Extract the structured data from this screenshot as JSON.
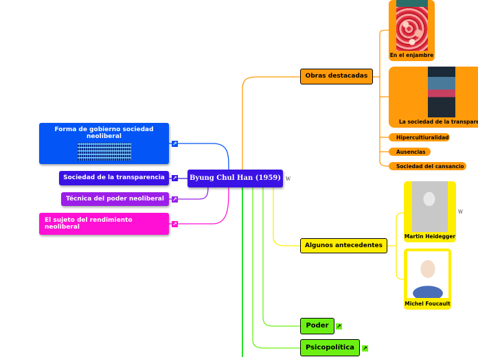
{
  "root": {
    "label": "Byung Chul Han (1959)"
  },
  "left_nodes": {
    "forma": "Forma de gobierno sociedad neoliberal",
    "sociedad": "Sociedad de la transparencia",
    "tecnica": "Técnica del poder neoliberal",
    "sujeto": "El sujeto del rendimiento neoliberal"
  },
  "obras": {
    "label": "Obras destacadas",
    "items": [
      "En el enjambre",
      "La sociedad de la transparencia",
      "Hipercultiuralidad",
      "Ausencias",
      "Sociedad del cansancio"
    ]
  },
  "antecedentes": {
    "label": "Algunos antecedentes",
    "items": [
      "Martin Heidegger",
      "Michel Foucault"
    ]
  },
  "poder": {
    "label": "Poder"
  },
  "psicopolitica": {
    "label": "Psicopolítica"
  },
  "icons": {
    "link": "link-icon",
    "wiki": "wikipedia-icon"
  },
  "colors": {
    "blue": "#3b12e6",
    "bright_blue": "#0455f5",
    "purple": "#9b1fe8",
    "magenta": "#ff10d4",
    "orange": "#ff9a0a",
    "yellow": "#ffee00",
    "green": "#6cf014"
  }
}
